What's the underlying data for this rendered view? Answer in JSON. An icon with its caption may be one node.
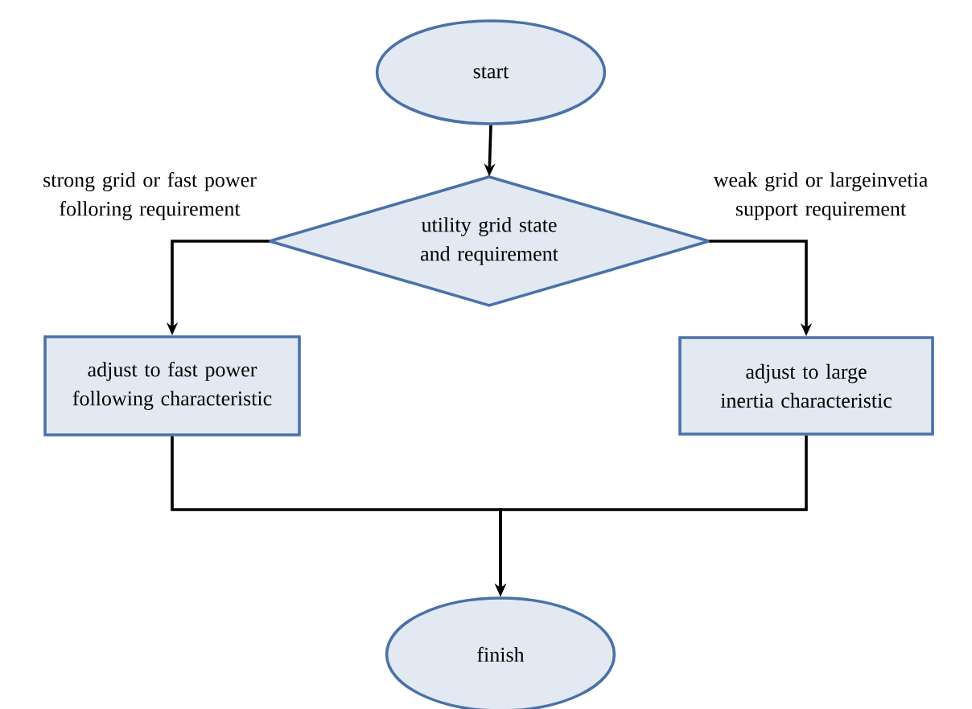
{
  "diagram": {
    "nodes": [
      {
        "text": [
          "start"
        ]
      },
      {
        "text": [
          "utility grid state and requirement"
        ]
      },
      {
        "text": [
          "adjust to fast power following characteristic"
        ]
      },
      {
        "text": [
          "adjust to large inertia characteristic"
        ]
      },
      {
        "text": [
          "finish"
        ]
      }
    ],
    "edges": [
      {
        "from": 0,
        "to": 1,
        "arrow": "to"
      },
      {
        "from": 1,
        "to": 2,
        "arrow": "to",
        "label": "strong grid or fast power folloring requirement"
      },
      {
        "from": 1,
        "to": 3,
        "arrow": "to",
        "label": "weak grid or largeinvetia support requirement"
      },
      {
        "from": 2,
        "to": 4,
        "arrow": "to"
      },
      {
        "from": 3,
        "to": 4,
        "arrow": "to"
      }
    ]
  }
}
